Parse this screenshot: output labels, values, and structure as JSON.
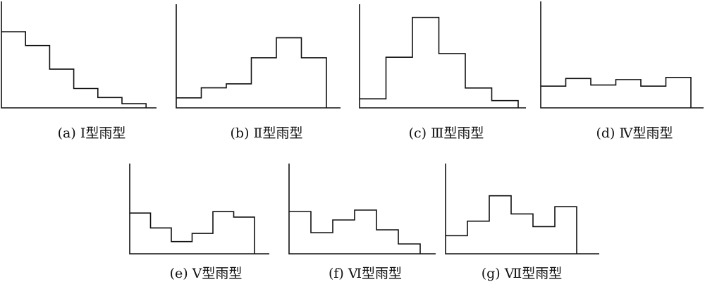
{
  "chart_data": [
    {
      "type": "step",
      "caption": "(a) Ⅰ型雨型",
      "values": [
        5.5,
        4.5,
        2.8,
        1.4,
        0.75,
        0.3
      ],
      "ylim": [
        0,
        5.5
      ]
    },
    {
      "type": "step",
      "caption": "(b) Ⅱ型雨型",
      "values": [
        0.5,
        1.0,
        1.2,
        2.5,
        3.5,
        2.5
      ],
      "ylim": [
        0,
        3.8
      ]
    },
    {
      "type": "step",
      "caption": "(c) Ⅲ型雨型",
      "values": [
        0.5,
        2.8,
        5.0,
        3.0,
        1.1,
        0.4
      ],
      "ylim": [
        0,
        5.3
      ]
    },
    {
      "type": "step",
      "caption": "(d) Ⅳ型雨型",
      "values": [
        1.0,
        1.35,
        1.05,
        1.3,
        1.0,
        1.4
      ],
      "ylim": [
        0,
        3.5
      ]
    },
    {
      "type": "step",
      "caption": "(e) Ⅴ型雨型",
      "values": [
        1.5,
        0.95,
        0.45,
        0.75,
        1.55,
        1.35
      ],
      "ylim": [
        0,
        2.8
      ]
    },
    {
      "type": "step",
      "caption": "(f) Ⅵ型雨型",
      "values": [
        1.5,
        0.75,
        1.2,
        1.55,
        0.85,
        0.35
      ],
      "ylim": [
        0,
        2.7
      ]
    },
    {
      "type": "step",
      "caption": "(g) Ⅶ型雨型",
      "values": [
        0.5,
        0.9,
        1.6,
        1.1,
        0.75,
        1.3
      ],
      "ylim": [
        0,
        2.1
      ]
    }
  ]
}
